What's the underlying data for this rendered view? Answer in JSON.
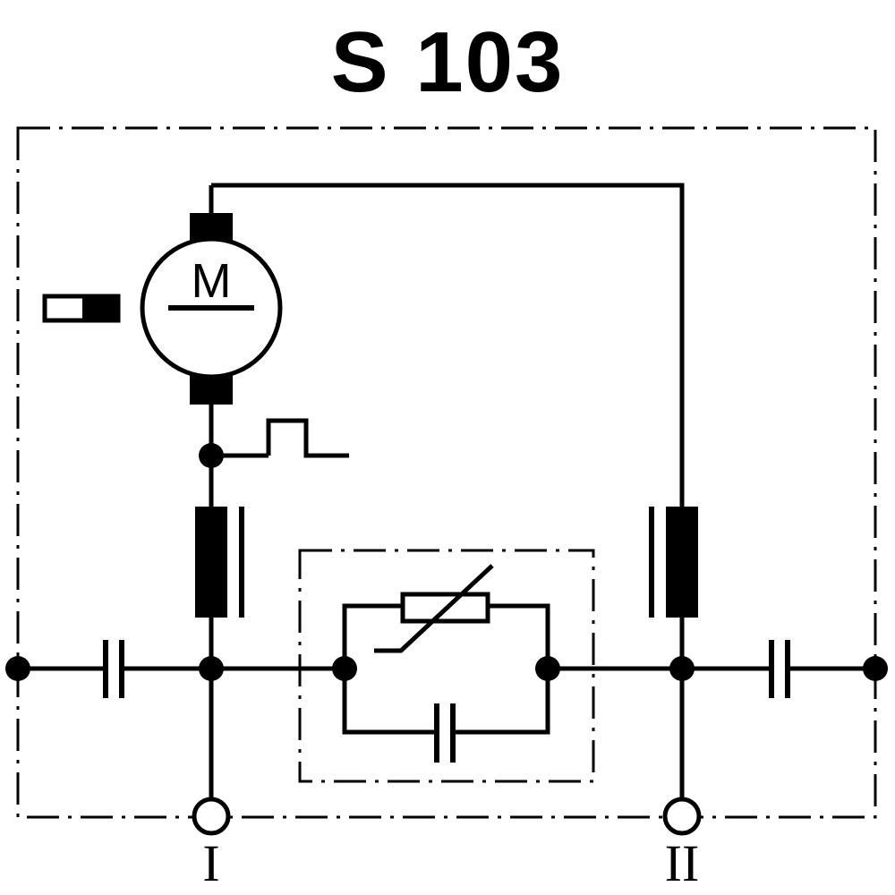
{
  "title": "S 103",
  "motor": {
    "letter": "M"
  },
  "terminals": [
    {
      "id": "terminal-1",
      "label": "I"
    },
    {
      "id": "terminal-2",
      "label": "II"
    }
  ],
  "colors": {
    "ink": "#000000",
    "background": "#ffffff"
  }
}
